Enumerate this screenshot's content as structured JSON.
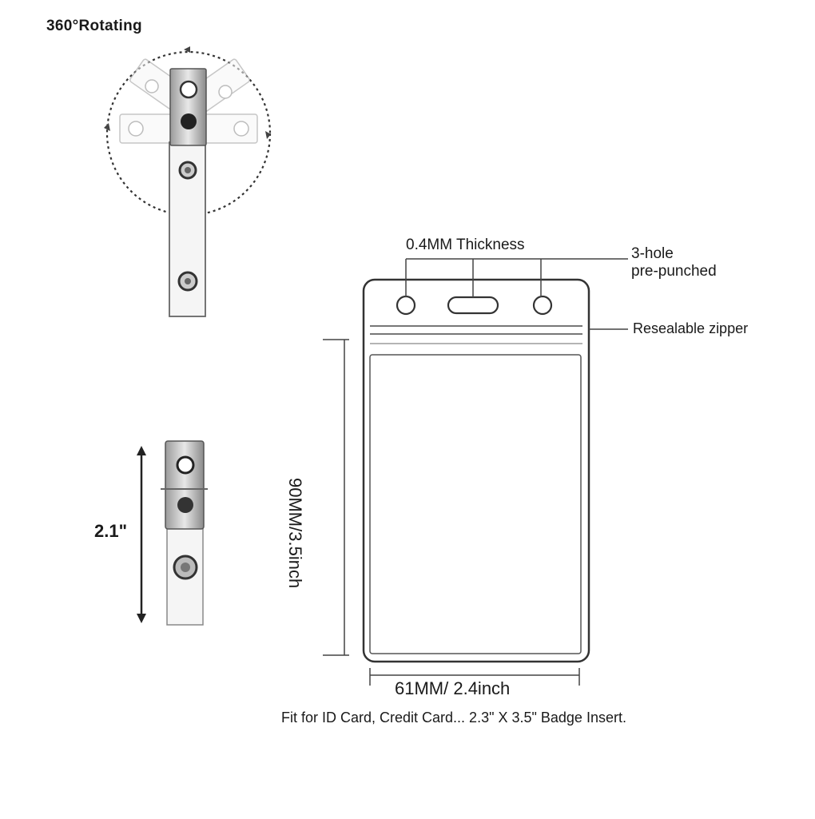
{
  "labels": {
    "rotating": "360°Rotating",
    "thickness": "0.4MM Thickness",
    "holes_line1": "3-hole",
    "holes_line2": "pre-punched",
    "zipper": "Resealable zipper",
    "height": "90MM/3.5inch",
    "width": "61MM/ 2.4inch",
    "clip_height": "2.1\"",
    "footer": "Fit for ID Card, Credit Card...  2.3\" X 3.5\" Badge Insert."
  },
  "colors": {
    "line": "#333333",
    "metal_dark": "#6f6f6f",
    "metal_light": "#e6e6e6",
    "strap": "#f4f4f4"
  }
}
